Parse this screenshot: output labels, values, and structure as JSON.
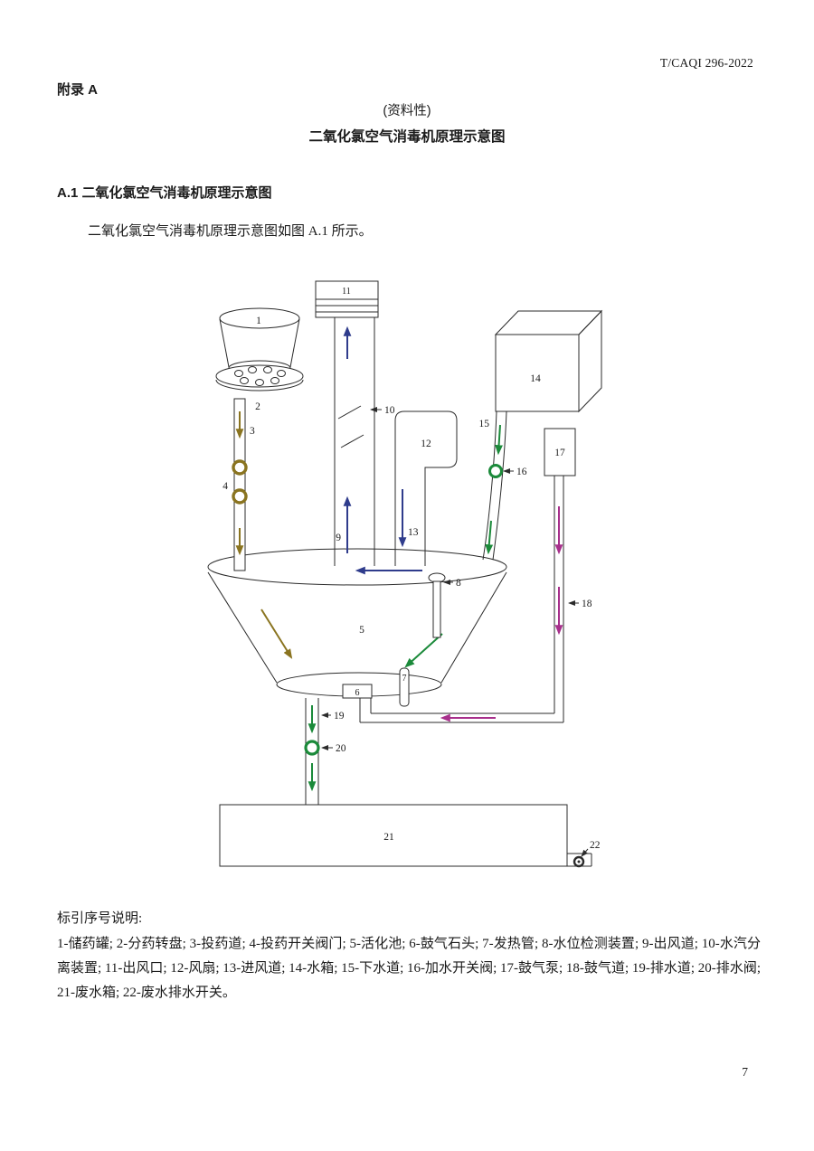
{
  "document": {
    "doc_number": "T/CAQI 296-2022",
    "page_number": "7",
    "appendix_label": "附录 A",
    "informative_tag": "(资料性)",
    "appendix_title": "二氧化氯空气消毒机原理示意图"
  },
  "section": {
    "heading": "A.1 二氧化氯空气消毒机原理示意图",
    "lead_paragraph": "二氧化氯空气消毒机原理示意图如图 A.1 所示。"
  },
  "legend": {
    "heading": "标引序号说明:",
    "items_text": "1-储药罐; 2-分药转盘; 3-投药道; 4-投药开关阀门; 5-活化池; 6-鼓气石头; 7-发热管; 8-水位检测装置; 9-出风道; 10-水汽分离装置; 11-出风口; 12-风扇; 13-进风道; 14-水箱; 15-下水道; 16-加水开关阀; 17-鼓气泵; 18-鼓气道; 19-排水道; 20-排水阀; 21-废水箱; 22-废水排水开关。"
  },
  "diagram": {
    "labels": [
      "1",
      "2",
      "3",
      "4",
      "5",
      "6",
      "7",
      "8",
      "9",
      "10",
      "11",
      "12",
      "13",
      "14",
      "15",
      "16",
      "17",
      "18",
      "19",
      "20",
      "21",
      "22"
    ],
    "colors": {
      "drug_path": "#8a7420",
      "air_flow": "#2f3c8c",
      "water_path": "#1b8a3a",
      "pump_air": "#a8308c"
    }
  }
}
